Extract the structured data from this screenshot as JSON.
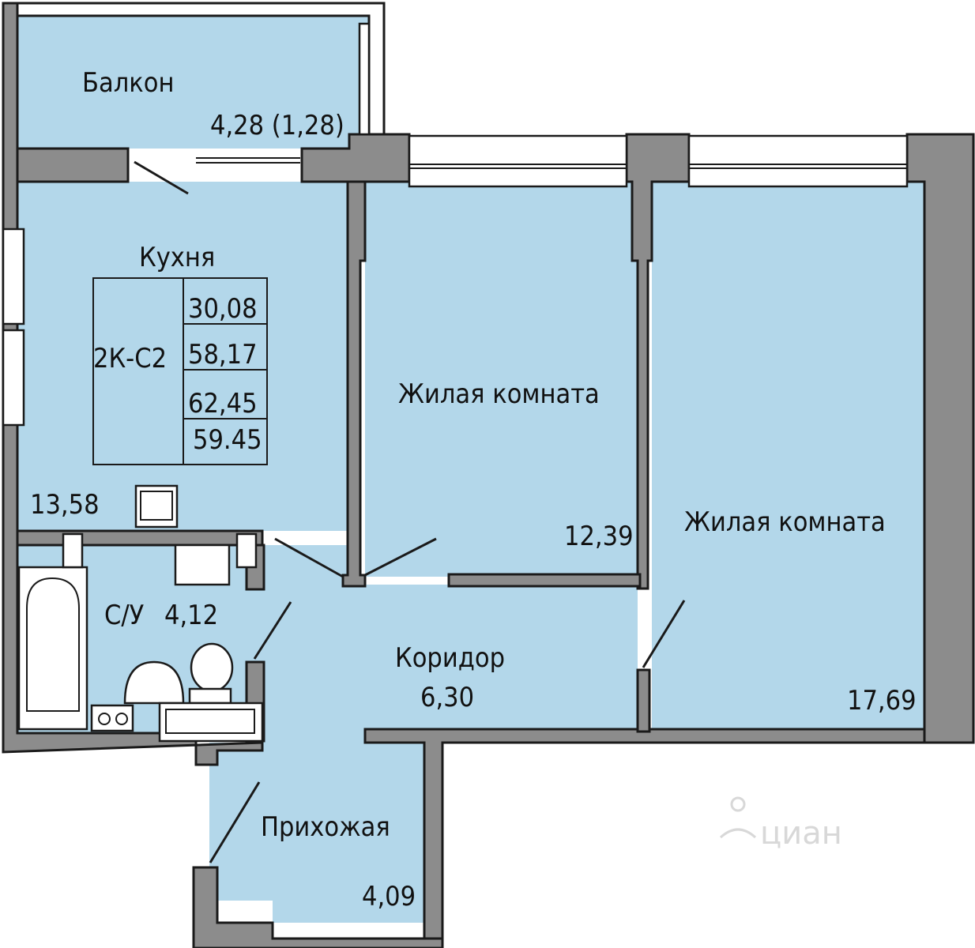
{
  "rooms": {
    "balcony": {
      "name": "Балкон",
      "area": "4,28 (1,28)"
    },
    "kitchen": {
      "name": "Кухня",
      "area": "13,58"
    },
    "living1": {
      "name": "Жилая комната",
      "area": "12,39"
    },
    "living2": {
      "name": "Жилая комната",
      "area": "17,69"
    },
    "bathroom": {
      "name": "С/У",
      "area": "4,12"
    },
    "corridor": {
      "name": "Коридор",
      "area": "6,30"
    },
    "hallway": {
      "name": "Прихожая",
      "area": "4,09"
    }
  },
  "summary": {
    "type": "2К-С2",
    "values": [
      "30,08",
      "58,17",
      "62,45",
      "59.45"
    ]
  },
  "watermark": "циан",
  "colors": {
    "room_fill": "#b3d7ea",
    "wall_fill": "#8c8c8c",
    "line": "#1a1a1a"
  }
}
